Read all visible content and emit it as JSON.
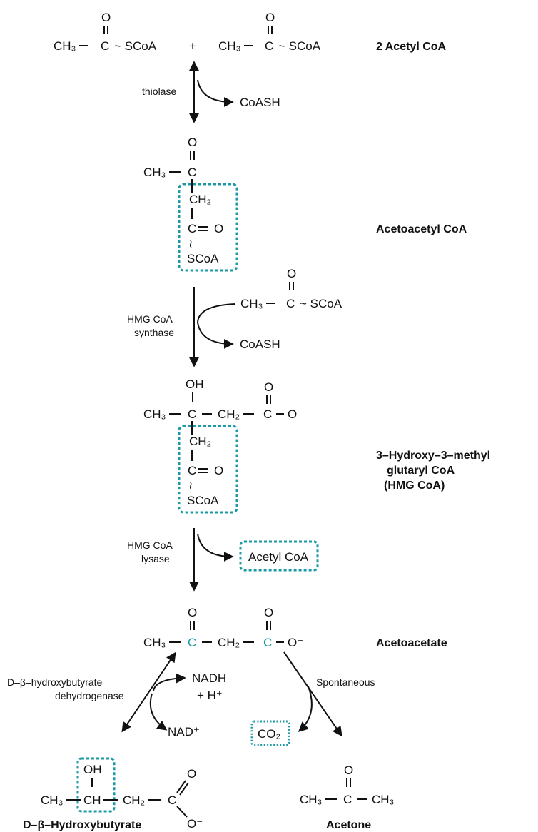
{
  "compounds": {
    "acetyl_coa_pair": {
      "name": "2 Acetyl CoA"
    },
    "acetoacetyl_coa": {
      "name": "Acetoacetyl CoA"
    },
    "hmg_coa": {
      "name_line1": "3–Hydroxy–3–methyl",
      "name_line2": "glutaryl CoA",
      "name_line3": "(HMG CoA)"
    },
    "acetoacetate": {
      "name": "Acetoacetate"
    },
    "hydroxybutyrate": {
      "name_prefix": "D–β–",
      "name_main": "Hydroxybutyrate"
    },
    "acetone": {
      "name": "Acetone"
    }
  },
  "enzymes": {
    "thiolase": "thiolase",
    "hmg_synthase_line1": "HMG CoA",
    "hmg_synthase_line2": "synthase",
    "hmg_lyase_line1": "HMG CoA",
    "hmg_lyase_line2": "lysase",
    "bhb_dh_line1": "D–β–hydroxybutyrate",
    "bhb_dh_line2": "dehydrogenase",
    "spontaneous": "Spontaneous"
  },
  "side_products": {
    "coash_1": "CoASH",
    "coash_2": "CoASH",
    "acetyl_coa_released": "Acetyl CoA",
    "nadh": "NADH",
    "h_plus": "+ H⁺",
    "nad_plus": "NAD⁺",
    "co2": "CO₂"
  },
  "atoms": {
    "O": "O",
    "C": "C",
    "OH": "OH",
    "CH3": "CH₃",
    "CH2": "CH₂",
    "CH": "CH",
    "SCoA": "SCoA",
    "tilde_SCoA": "~ SCoA",
    "plus": "+",
    "O_minus": "O⁻",
    "wave": "≀"
  },
  "colors": {
    "highlight": "#1a9aa6",
    "ink": "#111111"
  }
}
